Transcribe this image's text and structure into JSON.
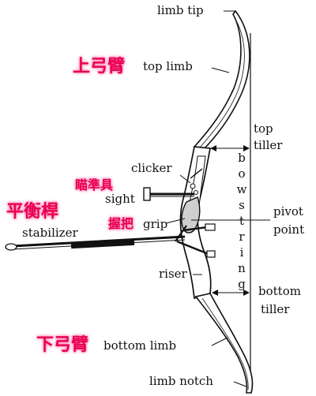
{
  "labels": {
    "limb_tip": "limb tip",
    "top_limb": "top limb",
    "top_tiller_1": "top",
    "top_tiller_2": "tiller",
    "clicker": "clicker",
    "sight": "sight",
    "grip": "grip",
    "stabilizer": "stabilizer",
    "pivot_point_1": "pivot",
    "pivot_point_2": "point",
    "riser": "riser",
    "bottom_tiller_1": "bottom",
    "bottom_tiller_2": "tiller",
    "bottom_limb": "bottom limb",
    "limb_notch": "limb notch",
    "bowstring": [
      "b",
      "o",
      "w",
      "s",
      "t",
      "r",
      "i",
      "n",
      "g"
    ]
  },
  "chinese_labels": {
    "top_limb": "上弓臂",
    "sight": "瞄準具",
    "stabilizer": "平衡桿",
    "grip": "握把",
    "bottom_limb": "下弓臂"
  },
  "colors": {
    "ink": "#111111",
    "chinese_text": "#e8004f",
    "chinese_glow": "#ff6aa5"
  }
}
